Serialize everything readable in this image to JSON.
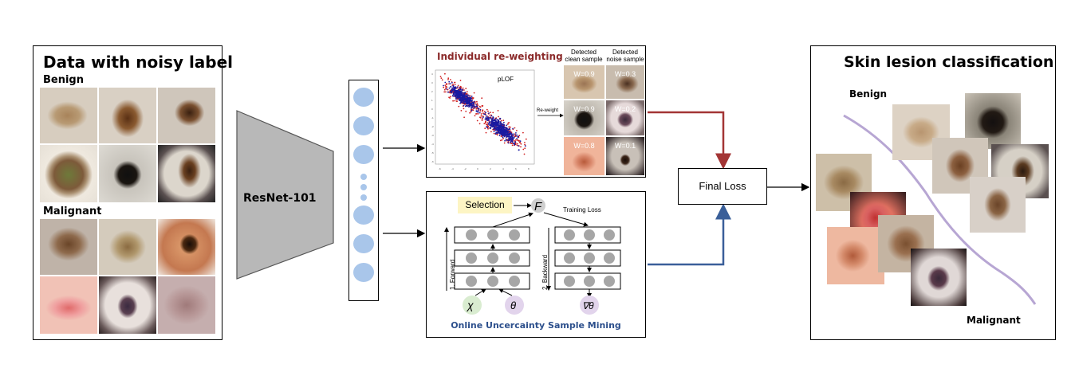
{
  "left_panel": {
    "title": "Data with noisy label",
    "benign_label": "Benign",
    "malignant_label": "Malignant",
    "colors": {
      "skin_light": "#d9c8b4",
      "lesion_brown": "#7a4a25",
      "lesion_dark": "#2a1a10"
    }
  },
  "encoder": {
    "label": "ResNet-101",
    "color": "#b8b8b8"
  },
  "feature_vector": {
    "node_color": "#a9c6ea"
  },
  "reweight_panel": {
    "title": "Individual re-weighting",
    "title_color": "#8b2a2a",
    "plot_label": "pLOF",
    "reweight_label": "Re-weight",
    "clean_header": "Detected clean sample",
    "noise_header": "Detected noise sample",
    "clean_weights": [
      "W=0.9",
      "W=0.9",
      "W=0.8"
    ],
    "noise_weights": [
      "W=0.3",
      "W=0.2",
      "W=0.1"
    ],
    "y_ticks": [
      "4",
      "3",
      "2",
      "1",
      "0",
      "-1",
      "-2",
      "-3",
      "-4",
      "-5",
      "-6"
    ],
    "x_ticks": [
      "-6",
      "-4",
      "-2",
      "0",
      "2",
      "4",
      "6",
      "8"
    ],
    "point_colors": {
      "inlier": "#1a1aa0",
      "outlier": "#d02020"
    }
  },
  "mining_panel": {
    "title": "Online Uncercainty Sample Mining",
    "title_color": "#2c4f8c",
    "selection_label": "Selection",
    "loss_symbol": "F",
    "training_loss_label": "Training Loss",
    "forward_label": "1. Forward",
    "backward_label": "2. Backward",
    "input_symbol": "χ",
    "param_symbol": "θ",
    "grad_symbol": "∇θ",
    "colors": {
      "selection_bg": "#fdf5c4",
      "x_circle": "#d9ecd0",
      "theta_circle": "#e2d4ec",
      "node": "#a6a6a6"
    }
  },
  "final_loss": {
    "label": "Final Loss"
  },
  "arrow_colors": {
    "reweight": "#a33535",
    "mining": "#3a5f99",
    "default": "#000000"
  },
  "right_panel": {
    "title": "Skin lesion classification",
    "benign_label": "Benign",
    "malignant_label": "Malignant",
    "boundary_color": "#b7a6d3"
  }
}
